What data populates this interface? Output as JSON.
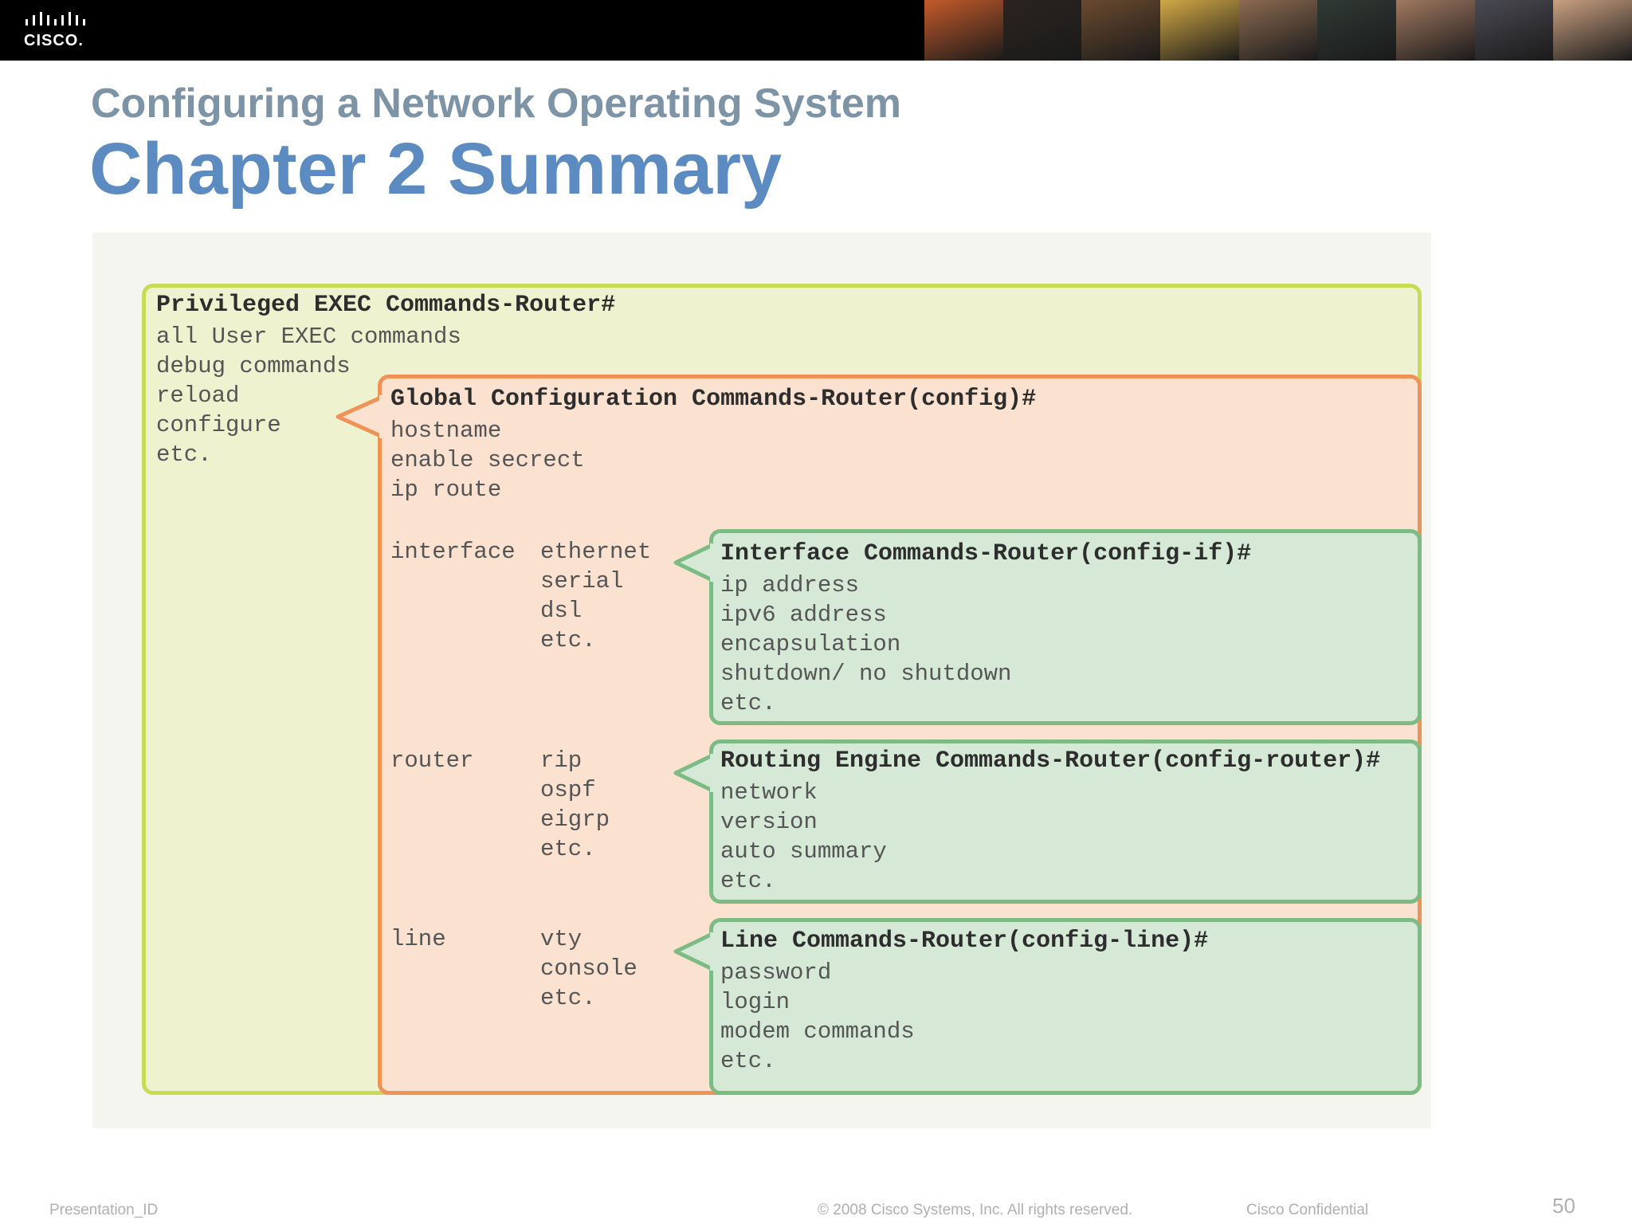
{
  "header": {
    "logo_text": "CISCO.",
    "photos": [
      "#c45a2a",
      "#2a2420",
      "#6b4a2e",
      "#d1a845",
      "#8c6a50",
      "#2f3a35",
      "#a07860",
      "#4a4a52",
      "#caa080"
    ]
  },
  "slide": {
    "subtitle": "Configuring a Network Operating System",
    "title": "Chapter 2 Summary"
  },
  "diagram": {
    "privileged": {
      "header": "Privileged EXEC Commands-Router#",
      "items": [
        "all User EXEC commands",
        "debug commands",
        "reload",
        "configure",
        "etc."
      ]
    },
    "global": {
      "header": "Global Configuration Commands-Router(config)#",
      "items": [
        "hostname",
        "enable secrect",
        "ip route"
      ],
      "interface": {
        "label": "interface",
        "options": [
          "ethernet",
          "serial",
          "dsl",
          "etc."
        ]
      },
      "router": {
        "label": "router",
        "options": [
          "rip",
          "ospf",
          "eigrp",
          "etc."
        ]
      },
      "line": {
        "label": "line",
        "options": [
          "vty",
          "console",
          "etc."
        ]
      }
    },
    "interface_box": {
      "header": "Interface Commands-Router(config-if)#",
      "items": [
        "ip address",
        "ipv6 address",
        "encapsulation",
        "shutdown/ no shutdown",
        "etc."
      ]
    },
    "routing_box": {
      "header": "Routing Engine Commands-Router(config-router)#",
      "items": [
        "network",
        "version",
        "auto summary",
        "etc."
      ]
    },
    "line_box": {
      "header": "Line Commands-Router(config-line)#",
      "items": [
        "password",
        "login",
        "modem commands",
        "etc."
      ]
    }
  },
  "footer": {
    "presentation_id": "Presentation_ID",
    "copyright": "© 2008 Cisco Systems, Inc. All rights reserved.",
    "confidential": "Cisco Confidential",
    "page_number": "50"
  }
}
